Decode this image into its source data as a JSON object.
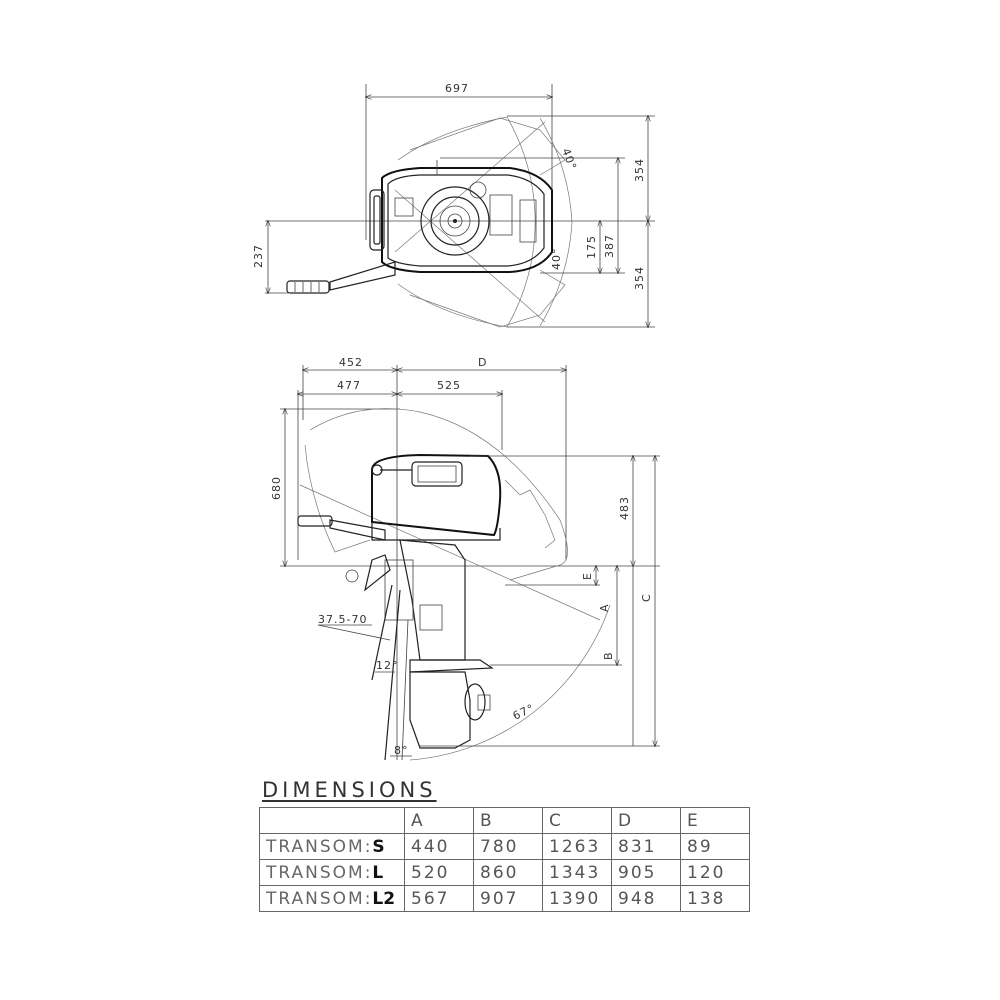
{
  "top_view": {
    "width_dim": "697",
    "angle_upper": "40°",
    "angle_lower": "40°",
    "dim_upper_right": "354",
    "dim_lower_right": "354",
    "dim_175": "175",
    "dim_387": "387",
    "dim_tiller_offset": "237"
  },
  "side_view": {
    "dim_452": "452",
    "dim_D": "D",
    "dim_477": "477",
    "dim_525": "525",
    "dim_680": "680",
    "dim_483": "483",
    "dim_E": "E",
    "dim_A": "A",
    "dim_B": "B",
    "dim_C": "C",
    "dim_transom": "37.5-70",
    "angle_12": "12°",
    "angle_8": "8°",
    "angle_67": "67°"
  },
  "dimensions": {
    "title": "DIMENSIONS",
    "columns": [
      "",
      "A",
      "B",
      "C",
      "D",
      "E"
    ],
    "rows": [
      {
        "prefix": "TRANSOM:",
        "model": "S",
        "values": [
          "440",
          "780",
          "1263",
          "831",
          "89"
        ]
      },
      {
        "prefix": "TRANSOM:",
        "model": "L",
        "values": [
          "520",
          "860",
          "1343",
          "905",
          "120"
        ]
      },
      {
        "prefix": "TRANSOM:",
        "model": "L2",
        "values": [
          "567",
          "907",
          "1390",
          "948",
          "138"
        ]
      }
    ]
  }
}
